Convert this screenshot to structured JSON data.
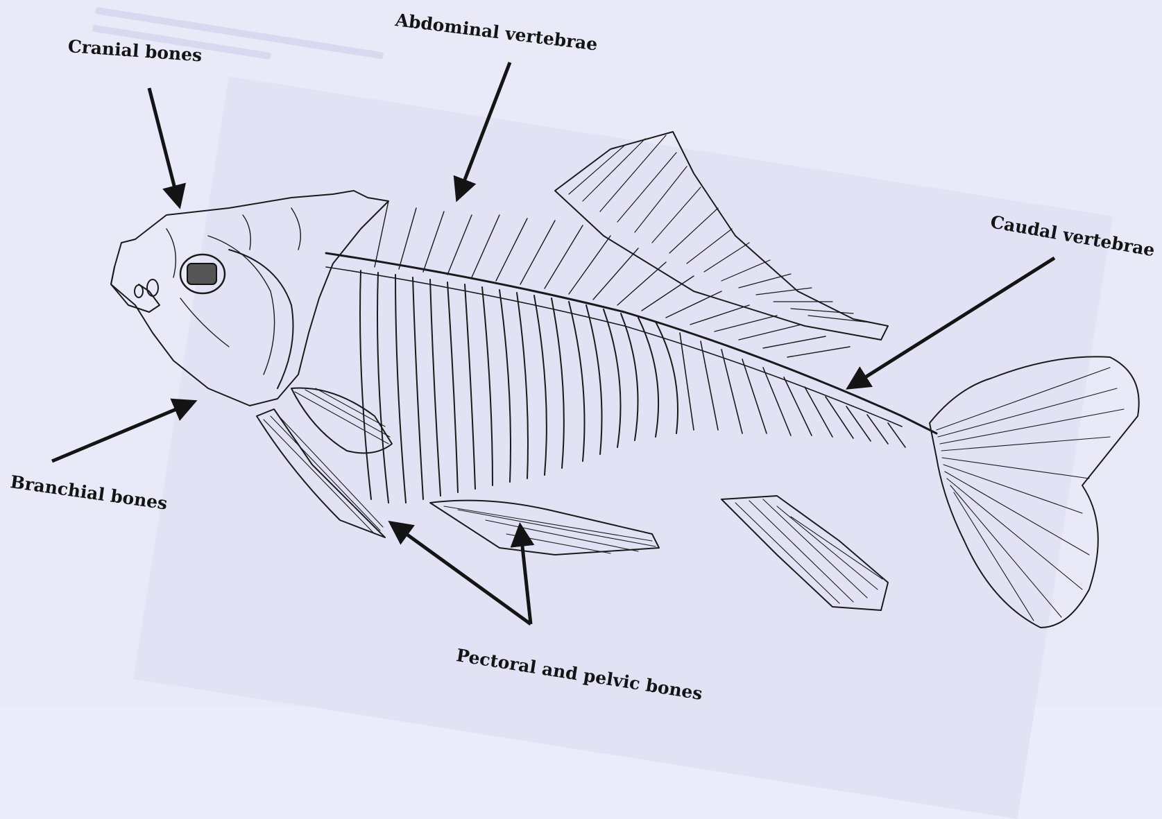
{
  "labels": {
    "cranial": "Cranial  bones",
    "abdominal": "Abdominal vertebrae",
    "caudal": "Caudal vertebrae",
    "branchial": "Branchial bones",
    "pectoral_pelvic": "Pectoral and pelvic bones"
  },
  "colors": {
    "ink": "#141414",
    "paper": "#eae9f8",
    "panel": "#e3e2f5"
  }
}
